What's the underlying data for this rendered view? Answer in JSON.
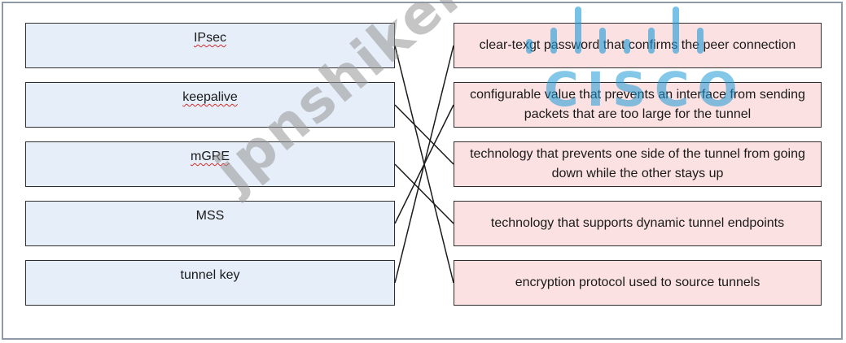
{
  "left_items": [
    {
      "label": "IPsec"
    },
    {
      "label": "keepalive"
    },
    {
      "label": "mGRE"
    },
    {
      "label": "MSS"
    },
    {
      "label": "tunnel key"
    }
  ],
  "right_items": [
    {
      "label": "clear-texgt password that confirms the peer connection"
    },
    {
      "label": "configurable value that prevents an interface from sending packets that are too large for the tunnel"
    },
    {
      "label": "technology that prevents one side of the tunnel from going down while the other stays up"
    },
    {
      "label": "technology that supports dynamic tunnel endpoints"
    },
    {
      "label": "encryption protocol used to source tunnels"
    }
  ],
  "connections": [
    {
      "from": "IPsec",
      "to": "encryption protocol used to source tunnels"
    },
    {
      "from": "keepalive",
      "to": "technology that prevents one side of the tunnel from going down while the other stays up"
    },
    {
      "from": "mGRE",
      "to": "technology that supports dynamic tunnel endpoints"
    },
    {
      "from": "MSS",
      "to": "configurable value that prevents an interface from sending packets that are too large for the tunnel"
    },
    {
      "from": "tunnel key",
      "to": "clear-texgt password that confirms the peer connection"
    }
  ],
  "watermark": {
    "text": "jpnshiken.com",
    "logo_text": "CISCO",
    "color": "#1e9ad6"
  }
}
